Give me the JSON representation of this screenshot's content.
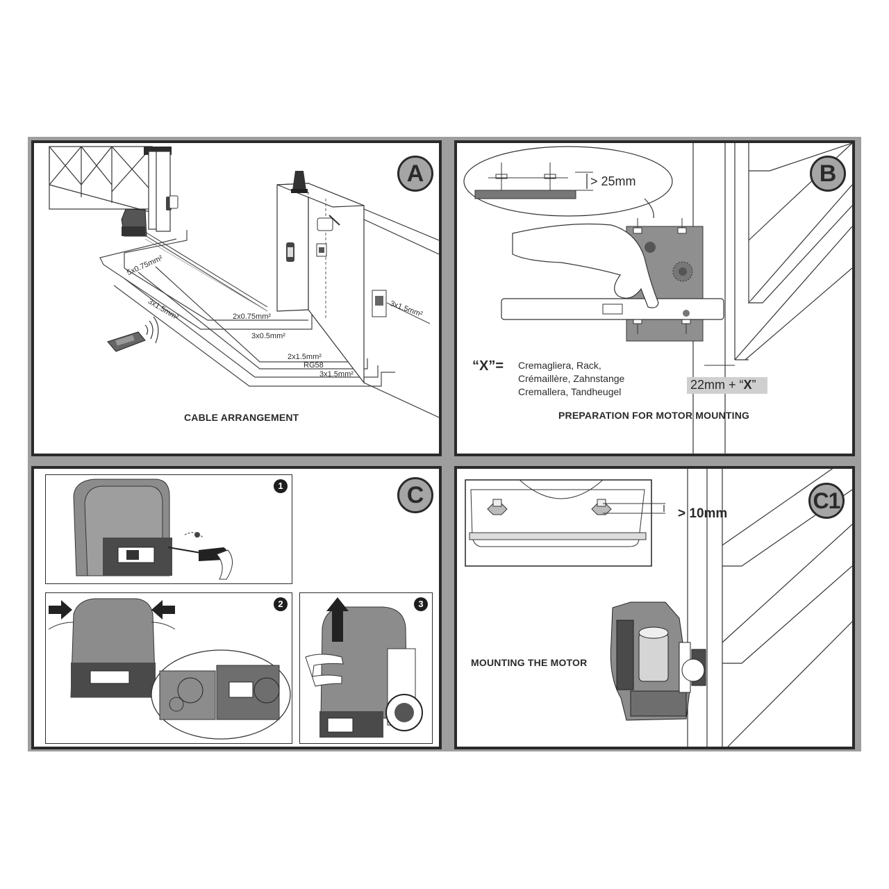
{
  "panels": {
    "a": {
      "badge": "A",
      "caption": "CABLE ARRANGEMENT",
      "cables": {
        "c1": "5x0.75mm²",
        "c2": "3x1.5mm²",
        "c3": "2x0.75mm²",
        "c4": "3x0.5mm²",
        "c5": "2x1.5mm²",
        "c6": "RG58",
        "c7": "3x1.5mm²",
        "c8": "3x1.5mm²"
      }
    },
    "b": {
      "badge": "B",
      "caption": "PREPARATION FOR MOTOR MOUNTING",
      "dim_top": "> 25mm",
      "x_symbol": "“X”=",
      "x_lines": [
        "Cremagliera, Rack,",
        "Crémaillère, Zahnstange",
        "Cremallera, Tandheugel"
      ],
      "dim_gap_prefix": "22mm + “",
      "dim_gap_x": "X",
      "dim_gap_suffix": "”"
    },
    "c": {
      "badge": "C",
      "steps": [
        "1",
        "2",
        "3"
      ]
    },
    "c1": {
      "badge": "C1",
      "caption": "MOUNTING THE MOTOR",
      "dim": "> 10mm"
    }
  },
  "colors": {
    "frame": "#2a2a2a",
    "sheet": "#9e9e9e",
    "badge": "#a5a5a5",
    "motor_body": "#8c8c8c",
    "motor_dark": "#4a4a4a"
  }
}
